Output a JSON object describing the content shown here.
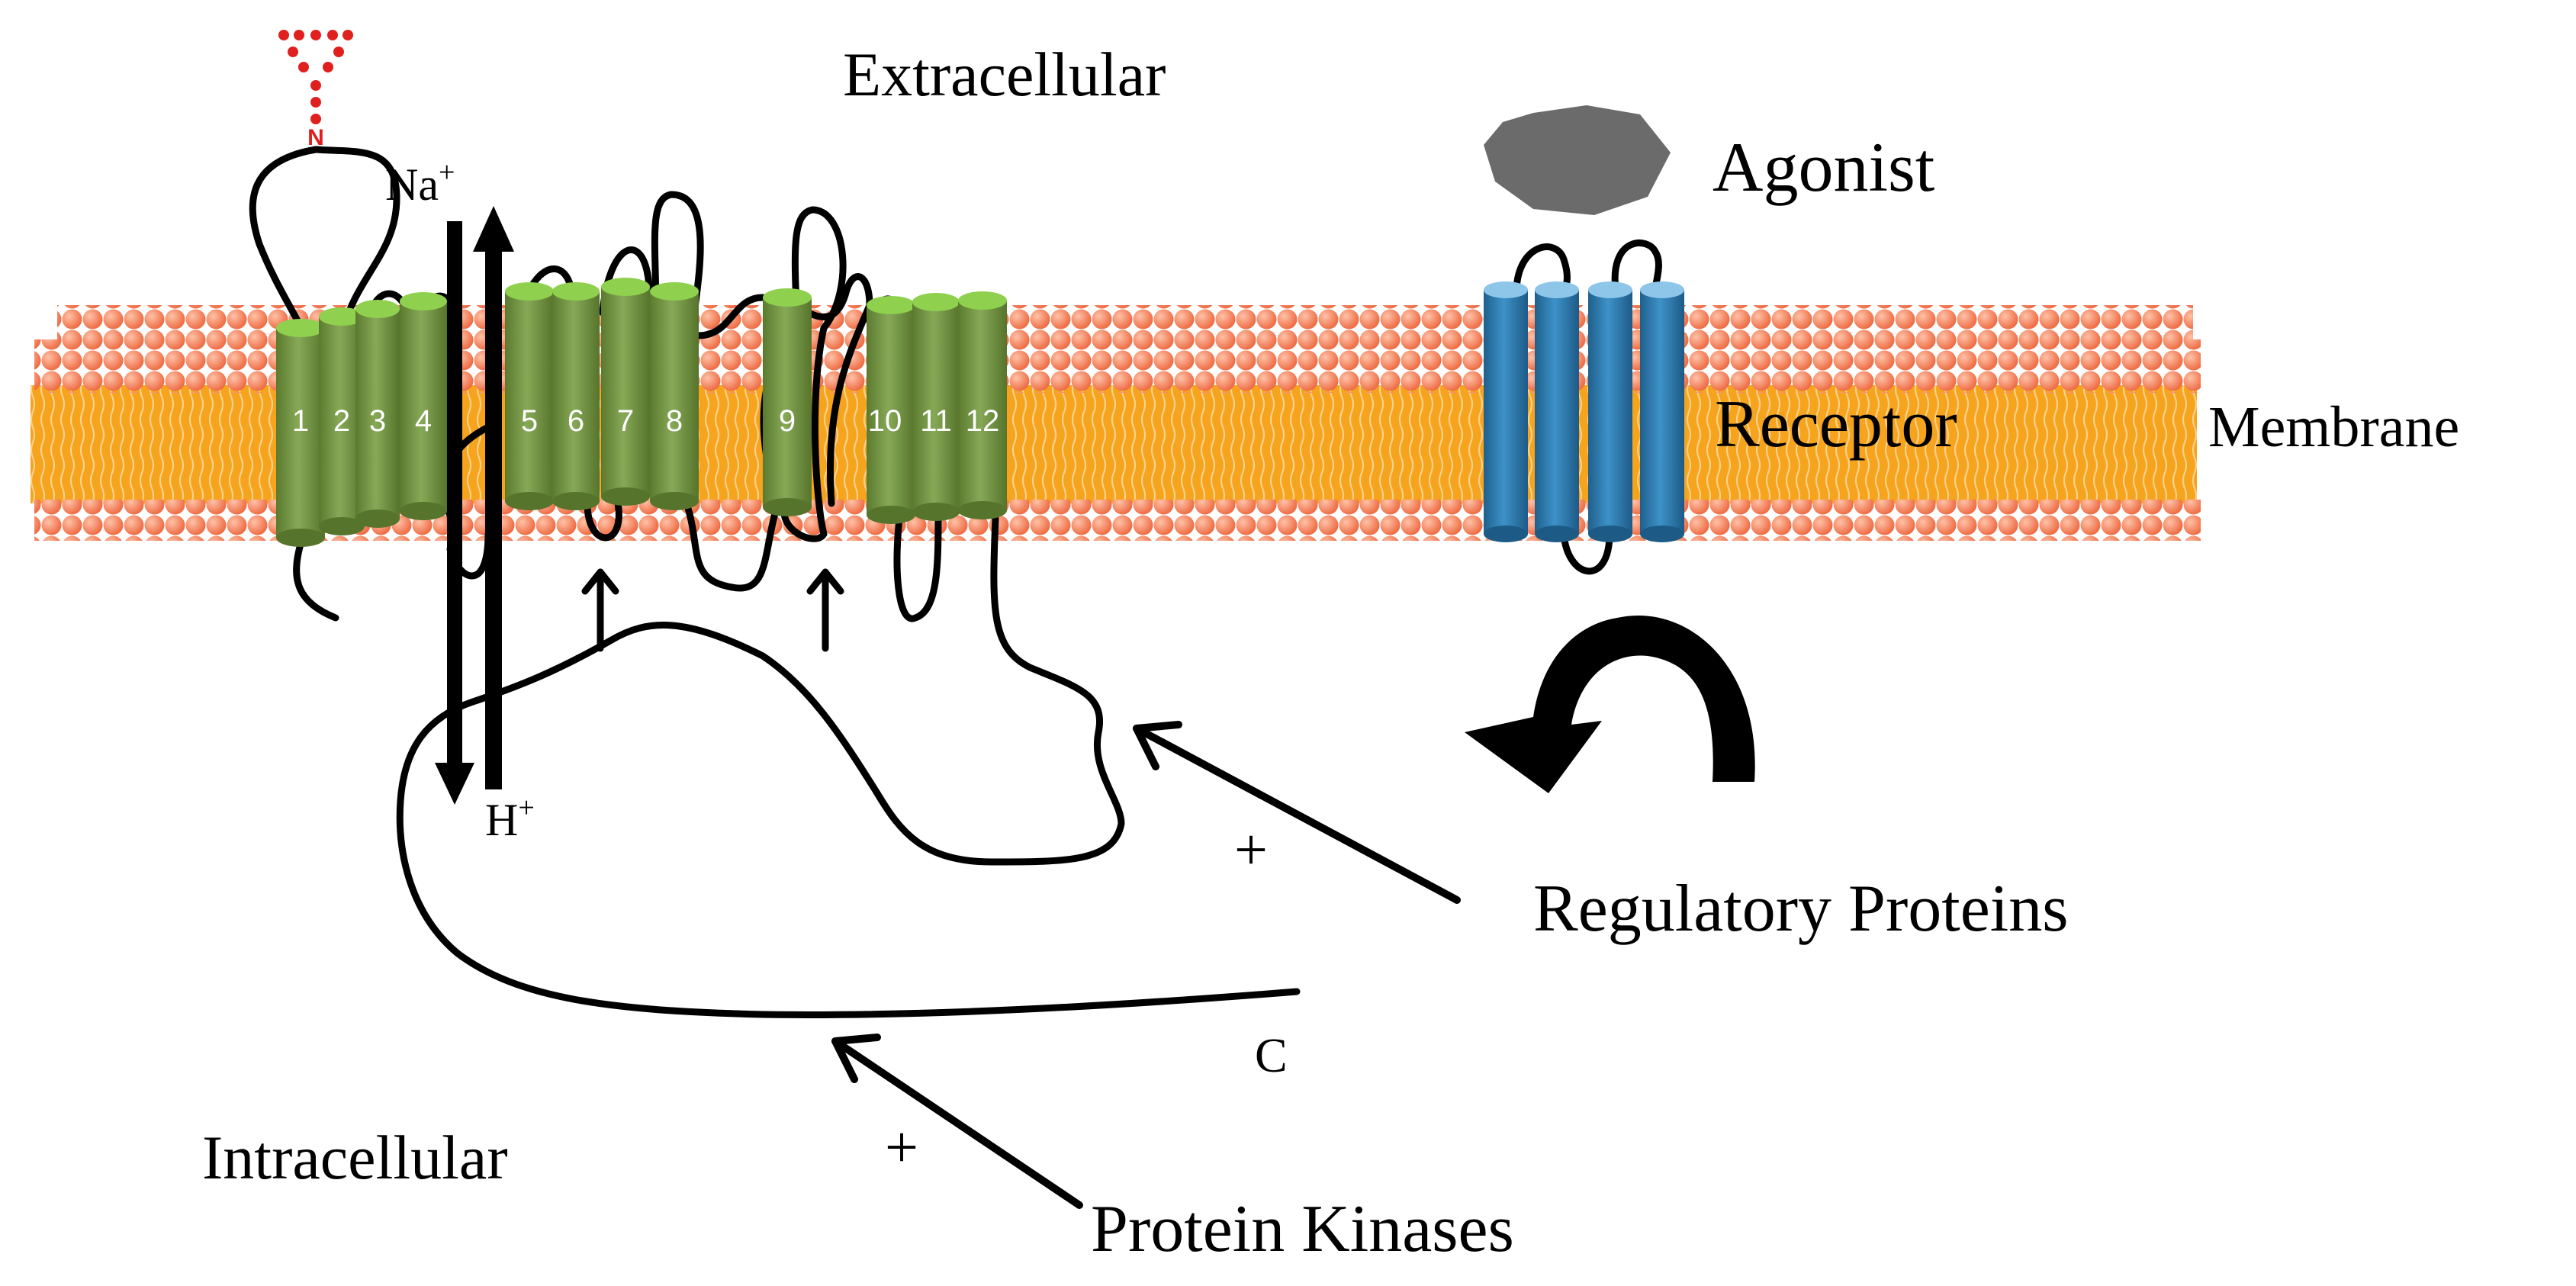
{
  "labels": {
    "extracellular": "Extracellular",
    "intracellular": "Intracellular",
    "membrane": "Membrane",
    "agonist": "Agonist",
    "receptor": "Receptor",
    "regulatory_proteins": "Regulatory Proteins",
    "protein_kinases": "Protein Kinases",
    "na_ion": "Na",
    "h_ion": "H",
    "ion_charge": "+",
    "n_terminus": "N",
    "c_terminus": "C",
    "plus_regulatory": "+",
    "plus_kinase": "+"
  },
  "transmembrane_segments": [
    "1",
    "2",
    "3",
    "4",
    "5",
    "6",
    "7",
    "8",
    "9",
    "10",
    "11",
    "12"
  ],
  "colors": {
    "lipid_head": "#f07a55",
    "lipid_tail": "#f6a31e",
    "transporter_helix": "#6e8f3c",
    "transporter_helix_top": "#8fd14f",
    "receptor_helix": "#2f7eb4",
    "receptor_helix_top": "#8ec6ea",
    "agonist": "#6b6b6b",
    "glycan": "#e0201e",
    "line": "#000000"
  }
}
